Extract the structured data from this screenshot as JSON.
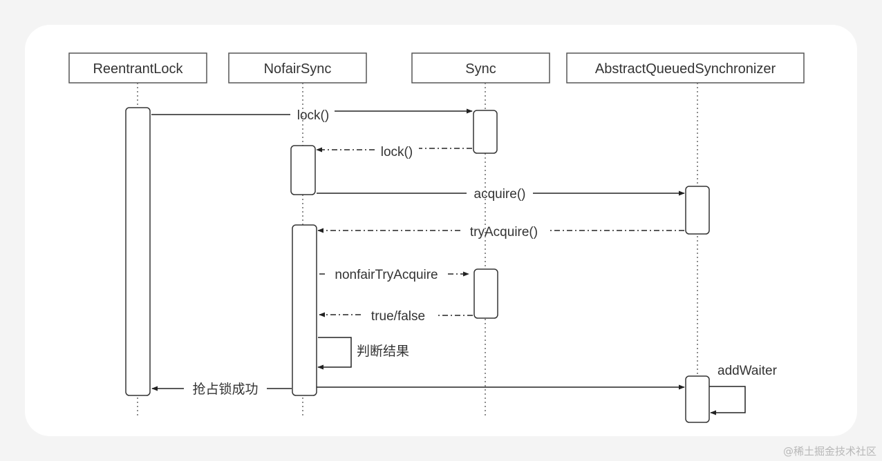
{
  "diagram": {
    "participants": [
      {
        "id": "reentrantlock",
        "label": "ReentrantLock"
      },
      {
        "id": "nofairsync",
        "label": "NofairSync"
      },
      {
        "id": "sync",
        "label": "Sync"
      },
      {
        "id": "aqs",
        "label": "AbstractQueuedSynchronizer"
      }
    ],
    "messages": [
      {
        "id": "lock-call",
        "label": "lock()",
        "from": "reentrantlock",
        "to": "sync",
        "style": "solid"
      },
      {
        "id": "lock-return",
        "label": "lock()",
        "from": "sync",
        "to": "nofairsync",
        "style": "dash-dot"
      },
      {
        "id": "acquire-call",
        "label": "acquire()",
        "from": "nofairsync",
        "to": "aqs",
        "style": "solid"
      },
      {
        "id": "tryacquire-call",
        "label": "tryAcquire()",
        "from": "aqs",
        "to": "nofairsync",
        "style": "dash-dot"
      },
      {
        "id": "nonfair-call",
        "label": "nonfairTryAcquire",
        "from": "nofairsync",
        "to": "sync",
        "style": "dash-dot"
      },
      {
        "id": "truefalse-return",
        "label": "true/false",
        "from": "sync",
        "to": "nofairsync",
        "style": "dash-dot"
      },
      {
        "id": "judge-self",
        "label": "判断结果",
        "from": "nofairsync",
        "to": "nofairsync",
        "style": "solid"
      },
      {
        "id": "lock-success",
        "label": "抢占锁成功",
        "from": "nofairsync",
        "to": "reentrantlock",
        "style": "solid"
      },
      {
        "id": "to-aqs-add",
        "label": "",
        "from": "nofairsync",
        "to": "aqs",
        "style": "solid"
      },
      {
        "id": "addwaiter-self",
        "label": "addWaiter",
        "from": "aqs",
        "to": "aqs",
        "style": "solid"
      }
    ]
  },
  "watermark": "@稀土掘金技术社区"
}
